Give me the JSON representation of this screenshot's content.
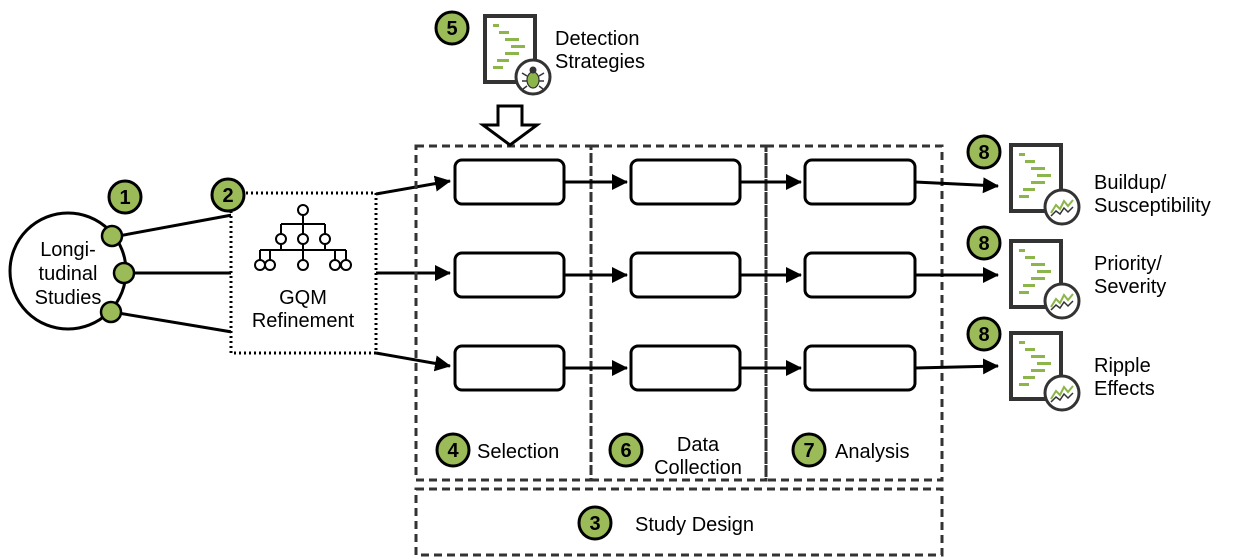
{
  "badges": {
    "one": "1",
    "two": "2",
    "three": "3",
    "four": "4",
    "five": "5",
    "six": "6",
    "seven": "7",
    "eight_a": "8",
    "eight_b": "8",
    "eight_c": "8"
  },
  "circle": {
    "line1": "Longi-",
    "line2": "tudinal",
    "line3": "Studies"
  },
  "gqm": {
    "line1": "GQM",
    "line2": "Refinement"
  },
  "detection": {
    "line1": "Detection",
    "line2": "Strategies"
  },
  "phases": {
    "selection": "Selection",
    "data_line1": "Data",
    "data_line2": "Collection",
    "analysis": "Analysis",
    "study_design": "Study Design"
  },
  "outputs": {
    "o1_line1": "Buildup/",
    "o1_line2": "Susceptibility",
    "o2_line1": "Priority/",
    "o2_line2": "Severity",
    "o3_line1": "Ripple",
    "o3_line2": "Effects"
  },
  "colors": {
    "badge_fill": "#9bbb59",
    "doc_bar_green": "#8cb54a",
    "stroke": "#000000",
    "doc_frame": "#333333"
  }
}
